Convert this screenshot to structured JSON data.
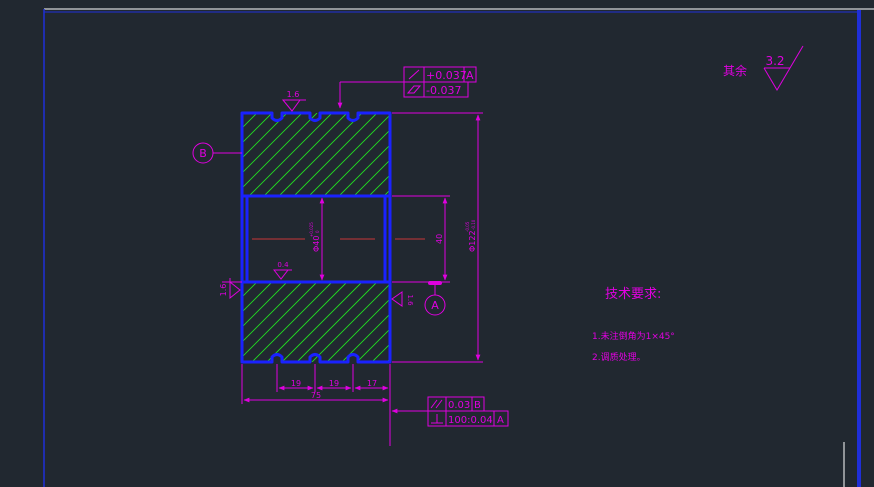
{
  "colors": {
    "background": "#212830",
    "frame": "#1f2fd8",
    "dimension": "#e000e0",
    "outline": "#1a22ff",
    "hatch": "#22dd22",
    "centerline": "#ff3b3b",
    "white": "#e8e8e8"
  },
  "roughness": {
    "other_label": "其余",
    "other_value": "3.2",
    "top_groove": "1.6",
    "bore": "0.4",
    "left_face": "1.6",
    "right_face": "1.6"
  },
  "datums": {
    "b": "B",
    "a": "A"
  },
  "tolerance_top": {
    "row1_value": "+0.037",
    "row1_datum": "A",
    "row2_value": "-0.037"
  },
  "tolerance_bottom": {
    "row1_value": "0.03",
    "row1_datum": "B",
    "row2_value": "100:0.04",
    "row2_datum": "A"
  },
  "dimensions": {
    "bore_diameter": "Φ40",
    "bore_tol_upper": "+0.025",
    "bore_tol_lower": "0",
    "bore_length": "40",
    "outer_diameter": "Φ122",
    "outer_tol_upper": "-0.05",
    "outer_tol_lower": "-0.10",
    "pitch_1": "19",
    "pitch_2": "19",
    "pitch_3": "17",
    "overall_length": "75"
  },
  "tech": {
    "title": "技术要求:",
    "note1": "1.未注倒角为1×45°",
    "note2": "2.调质处理。"
  }
}
